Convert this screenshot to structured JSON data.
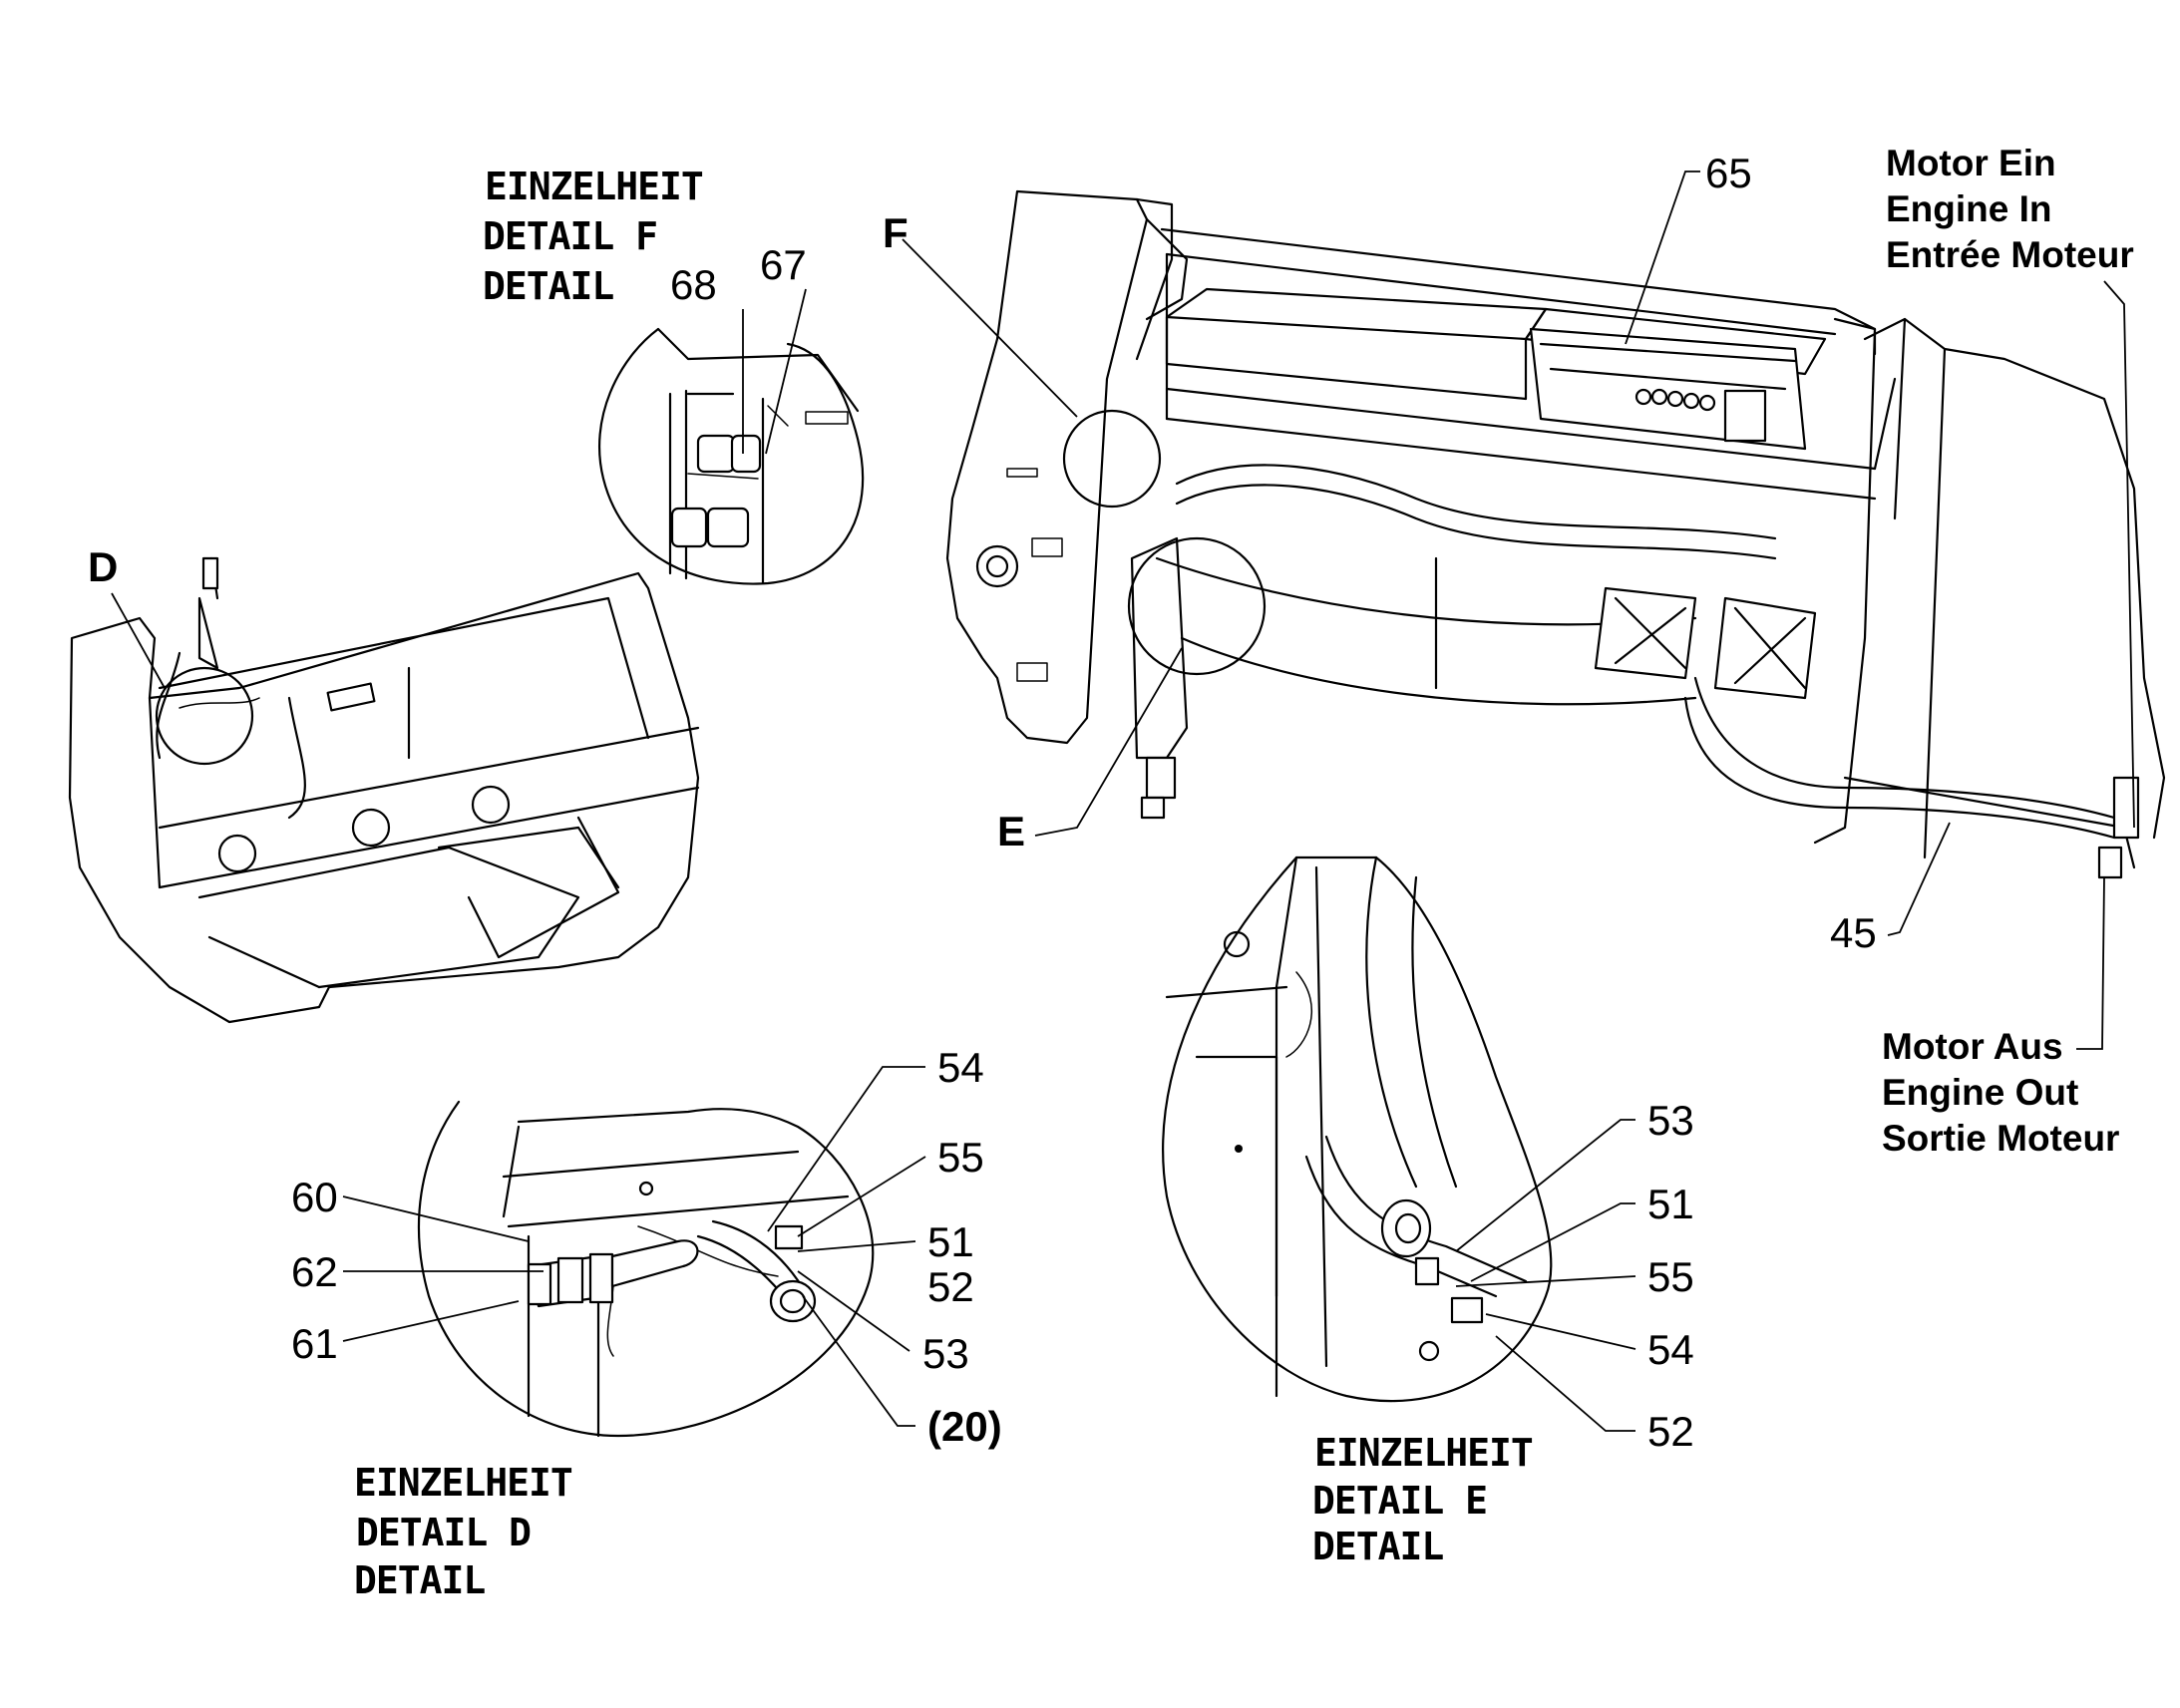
{
  "detail_labels": {
    "F": {
      "line1": "EINZELHEIT",
      "line2": "DETAIL  F",
      "line3": "DETAIL"
    },
    "D": {
      "line1": "EINZELHEIT",
      "line2": "DETAIL  D",
      "line3": "DETAIL"
    },
    "E": {
      "line1": "EINZELHEIT",
      "line2": "DETAIL   E",
      "line3": "DETAIL"
    }
  },
  "engine_in": {
    "line1": "Motor Ein",
    "line2": "Engine In",
    "line3": "Entrée Moteur"
  },
  "engine_out": {
    "line1": "Motor Aus",
    "line2": "Engine Out",
    "line3": "Sortie Moteur"
  },
  "view_markers": {
    "F": "F",
    "D": "D",
    "E": "E"
  },
  "callouts": {
    "c65": "65",
    "c45": "45",
    "c68": "68",
    "c67": "67",
    "d54": "54",
    "d55": "55",
    "d51": "51",
    "d52": "52",
    "d53": "53",
    "d20": "(20)",
    "d60": "60",
    "d62": "62",
    "d61": "61",
    "e53": "53",
    "e51": "51",
    "e55": "55",
    "e54": "54",
    "e52": "52"
  }
}
